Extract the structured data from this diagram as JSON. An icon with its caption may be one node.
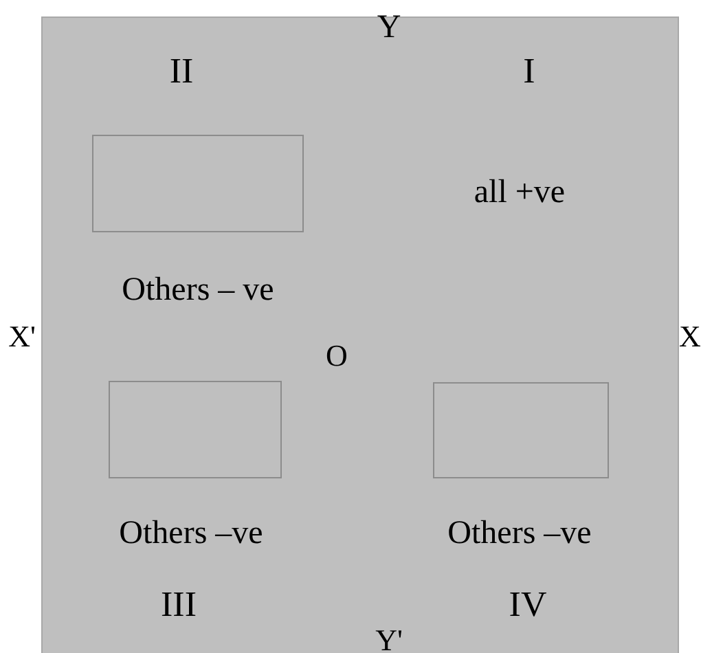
{
  "diagram": {
    "nodes": [
      {
        "text": [],
        "shape": "box"
      },
      {
        "text": [],
        "shape": "box",
        "in": 0
      },
      {
        "text": [],
        "shape": "box",
        "in": 0
      },
      {
        "text": [],
        "shape": "box",
        "in": 0
      }
    ],
    "labels": [
      "Y",
      "II",
      "I",
      "all +ve",
      "Others – ve",
      "X'",
      "O",
      "X",
      "Others –ve",
      "Others –ve",
      "III",
      "IV",
      "Y'"
    ]
  }
}
